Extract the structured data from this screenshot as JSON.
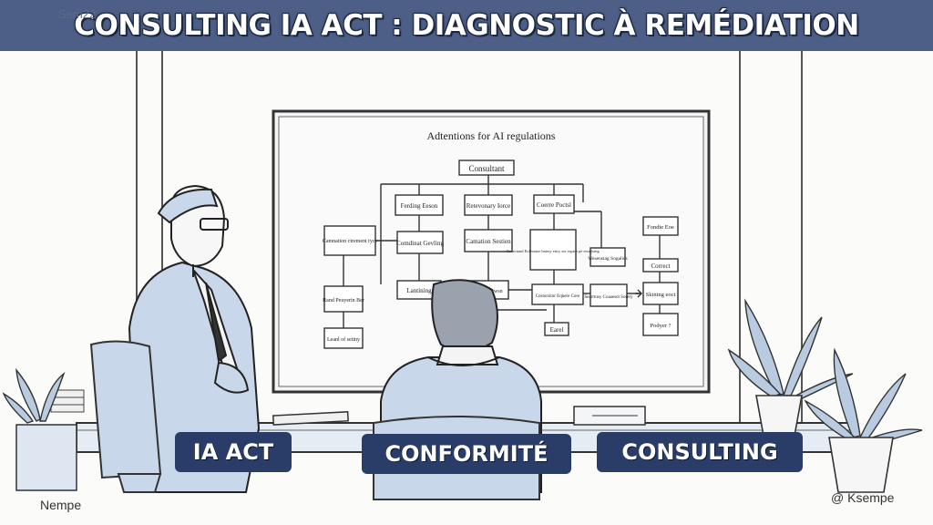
{
  "header": {
    "title": "CONSULTING IA ACT : DIAGNOSTIC À REMÉDIATION"
  },
  "board": {
    "title": "Adtentions for AI regulations",
    "boxes": {
      "consultant": "Consultant",
      "ferding": "Ferding Eeson",
      "retevonary": "Retevonary Iorce",
      "coerre": "Coerre Poctsl",
      "camnation": "Camnation ctrement tyce",
      "comdinat": "Comdinat Gevling",
      "camation": "Camation Sestien",
      "ernectand": "Ernectand Eolesraoe batery ency ser espice pe ersatlsing",
      "wesenstag": "Wesenstag Sogalics",
      "fondte": "Fondte Eoe",
      "correct": "Correct",
      "skining": "Skining eoct",
      "rand": "Rand Peuyerin Ber",
      "lantining": "Lantining",
      "leaod": "Leaod Ptwsn",
      "costorsitor": "Costorsitor Eqhere Core",
      "searrtusy": "Searrtusy Coaaesot Sorery",
      "leanl": "Leanl of setiny",
      "earel": "Earel",
      "podyer": "Podyer ?"
    }
  },
  "tags": {
    "iaact": "IA ACT",
    "conformite": "CONFORMITÉ",
    "consulting": "CONSULTING"
  },
  "corners": {
    "top_left": "Sem22",
    "bottom_left": "Nempe",
    "bottom_right": "@ Ksempe"
  }
}
